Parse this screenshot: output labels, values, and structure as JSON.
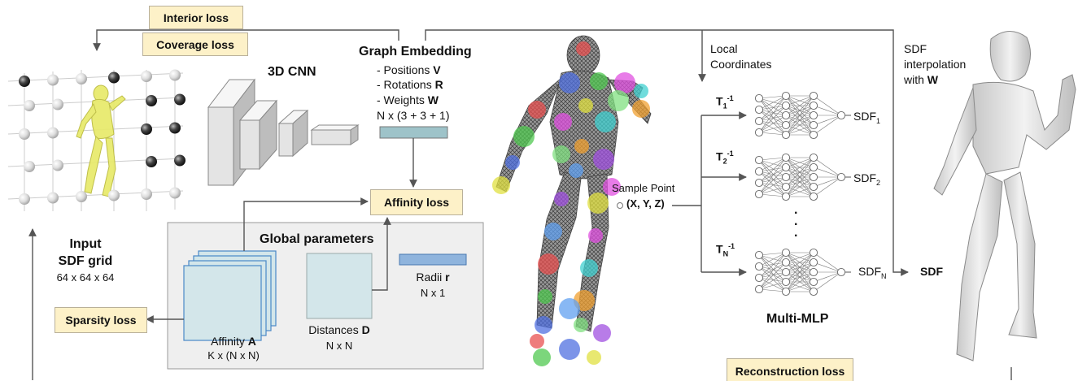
{
  "losses": {
    "interior": "Interior loss",
    "coverage": "Coverage loss",
    "affinity": "Affinity loss",
    "sparsity": "Sparsity loss",
    "reconstruction": "Reconstruction loss"
  },
  "input": {
    "line1": "Input",
    "line2": "SDF grid",
    "dims": "64 x 64 x 64"
  },
  "cnn": {
    "label": "3D CNN"
  },
  "graph_embedding": {
    "title": "Graph Embedding",
    "positions_prefix": "- Positions ",
    "positions_sym": "V",
    "rotations_prefix": "- Rotations ",
    "rotations_sym": "R",
    "weights_prefix": "- Weights ",
    "weights_sym": "W",
    "size": "N x (3 + 3 + 1)"
  },
  "global": {
    "title": "Global parameters",
    "affinity_prefix": "Affinity ",
    "affinity_sym": "A",
    "affinity_size": "K x (N x N)",
    "distances_prefix": "Distances ",
    "distances_sym": "D",
    "distances_size": "N x N",
    "radii_prefix": "Radii ",
    "radii_sym": "r",
    "radii_size": "N x 1"
  },
  "sample": {
    "label": "Sample Point",
    "coords": "(X, Y, Z)"
  },
  "local": {
    "line1": "Local",
    "line2": "Coordinates"
  },
  "mlp": {
    "t_symbol": "T",
    "t_exp": "-1",
    "t_subs": [
      "1",
      "2",
      "N"
    ],
    "sdf_base": "SDF",
    "sdf_subs": [
      "1",
      "2",
      "N"
    ],
    "dots": ".",
    "label": "Multi-MLP"
  },
  "interp": {
    "line1": "SDF",
    "line2": "interpolation",
    "line3_prefix": "with ",
    "line3_sym": "W"
  },
  "output": {
    "label": "SDF"
  },
  "colors": {
    "loss_fill": "#fdf1c8",
    "panel_fill": "#efefef",
    "param_fill": "#d3e6ea",
    "radii_fill": "#8fb4dd",
    "embed_fill": "#9ec3c9",
    "figure_yellow": "#e8ea6a"
  }
}
